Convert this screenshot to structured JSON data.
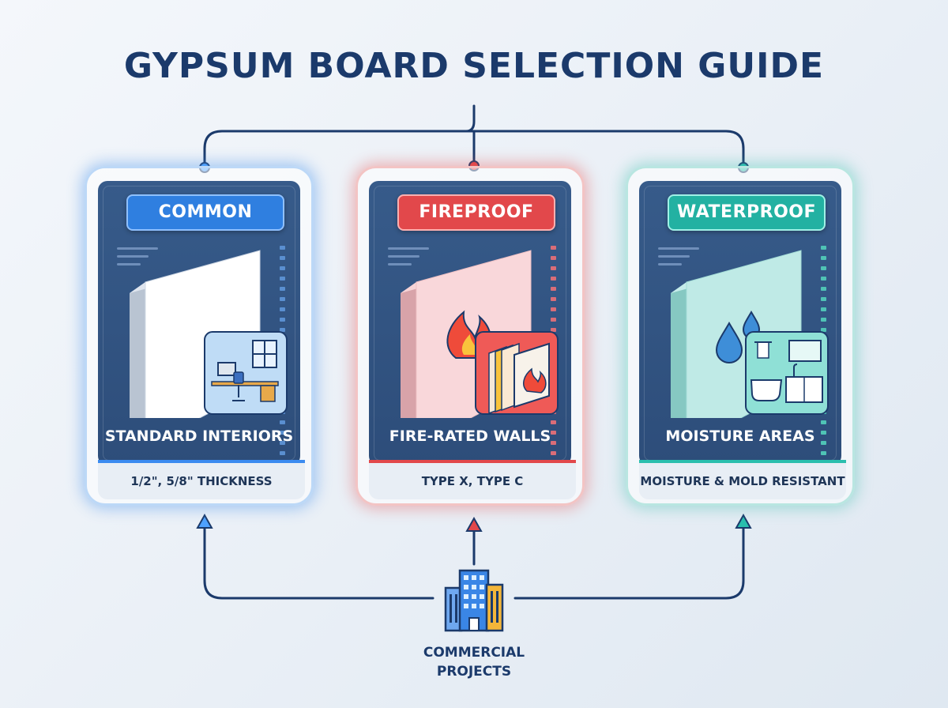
{
  "title": "GYPSUM BOARD SELECTION GUIDE",
  "colors": {
    "navy": "#1b3a6b",
    "common": "#2f7fe0",
    "fireproof": "#e2484b",
    "waterproof": "#23b1a2"
  },
  "cards": [
    {
      "badge": "COMMON",
      "use": "STANDARD INTERIORS",
      "spec": "1/2\", 5/8\" THICKNESS",
      "board_icon": "plain-white-board-icon",
      "scene_icon": "office-room-icon"
    },
    {
      "badge": "FIREPROOF",
      "use": "FIRE-RATED WALLS",
      "spec": "TYPE X, TYPE C",
      "board_icon": "flame-board-icon",
      "scene_icon": "fire-rated-wall-layers-icon"
    },
    {
      "badge": "WATERPROOF",
      "use": "MOISTURE AREAS",
      "spec": "MOISTURE & MOLD RESISTANT",
      "board_icon": "water-drops-board-icon",
      "scene_icon": "bathroom-icon"
    }
  ],
  "bottom": {
    "label_line1": "COMMERCIAL",
    "label_line2": "PROJECTS",
    "icon": "office-buildings-icon"
  }
}
